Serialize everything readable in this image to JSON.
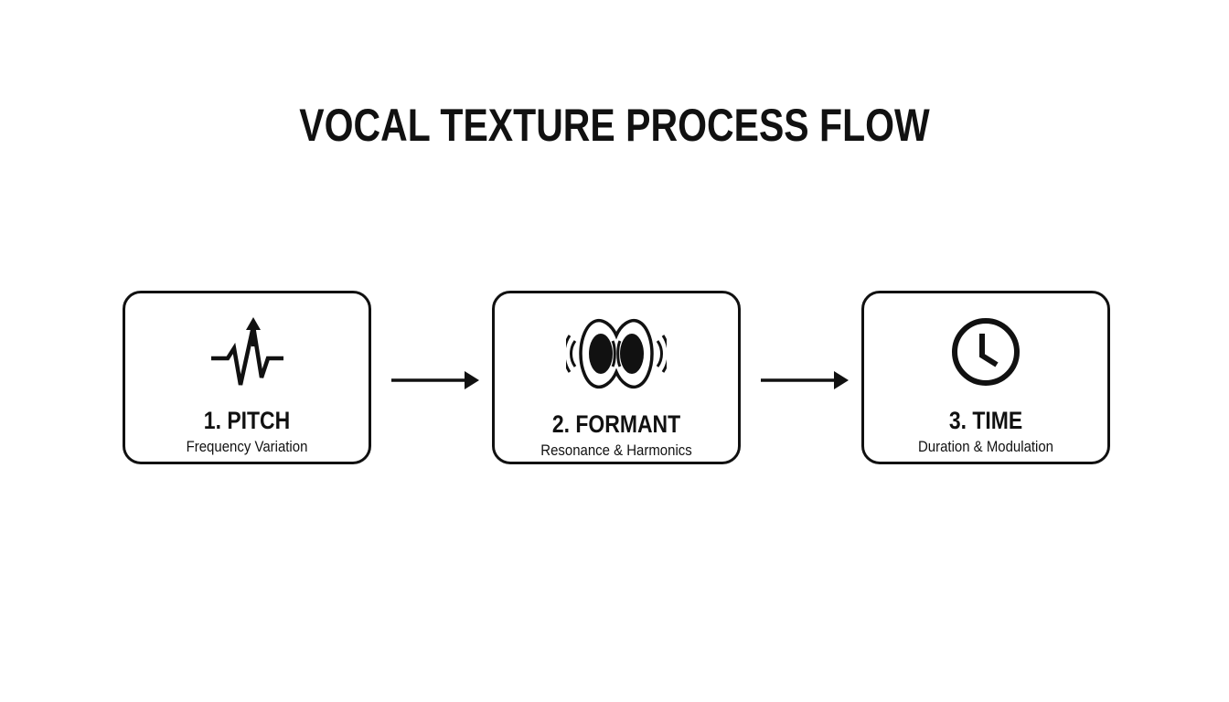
{
  "title": "VOCAL TEXTURE PROCESS FLOW",
  "steps": [
    {
      "label": "1. PITCH",
      "subtitle": "Frequency Variation",
      "icon": "waveform-arrow-icon"
    },
    {
      "label": "2. FORMANT",
      "subtitle": "Resonance & Harmonics",
      "icon": "resonance-icon"
    },
    {
      "label": "3. TIME",
      "subtitle": "Duration & Modulation",
      "icon": "clock-icon"
    }
  ],
  "colors": {
    "stroke": "#111111",
    "background": "#ffffff"
  }
}
